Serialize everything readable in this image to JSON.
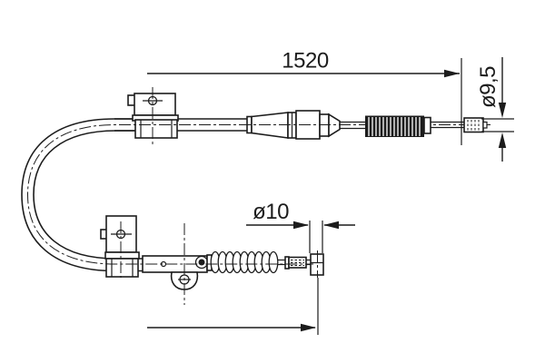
{
  "canvas": {
    "background": "#ffffff",
    "line_color": "#1c1c1c"
  },
  "diagram": {
    "type": "technical-drawing",
    "subject": "parking brake cable with mounting brackets, housing loop, boot spring and end fittings",
    "labels": {
      "length": "1520",
      "end_diameter": "ø9,5",
      "mount_diameter": "ø10"
    }
  }
}
